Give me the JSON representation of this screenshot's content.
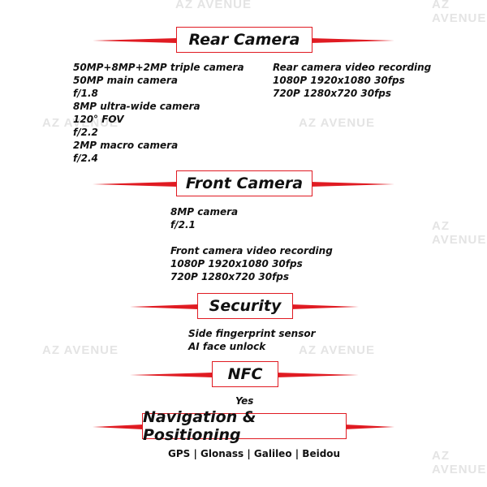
{
  "watermark": "AZ AVENUE",
  "sections": {
    "rear": {
      "title": "Rear Camera",
      "left_lines": [
        "50MP+8MP+2MP triple camera",
        "50MP main camera",
        "f/1.8",
        "8MP ultra-wide camera",
        "120° FOV",
        "f/2.2",
        "2MP macro camera",
        "f/2.4"
      ],
      "right_lines": [
        "Rear camera video recording",
        "1080P 1920x1080 30fps",
        "720P 1280x720 30fps"
      ]
    },
    "front": {
      "title": "Front Camera",
      "lines_a": [
        "8MP camera",
        "f/2.1"
      ],
      "lines_b": [
        "Front camera video recording",
        "1080P 1920x1080 30fps",
        "720P 1280x720 30fps"
      ]
    },
    "security": {
      "title": "Security",
      "lines": [
        "Side fingerprint sensor",
        "AI face unlock"
      ]
    },
    "nfc": {
      "title": "NFC",
      "value": "Yes"
    },
    "navigation": {
      "title": "Navigation & Positioning",
      "value": "GPS | Glonass | Galileo | Beidou"
    }
  },
  "colors": {
    "accent": "#e01b22"
  }
}
